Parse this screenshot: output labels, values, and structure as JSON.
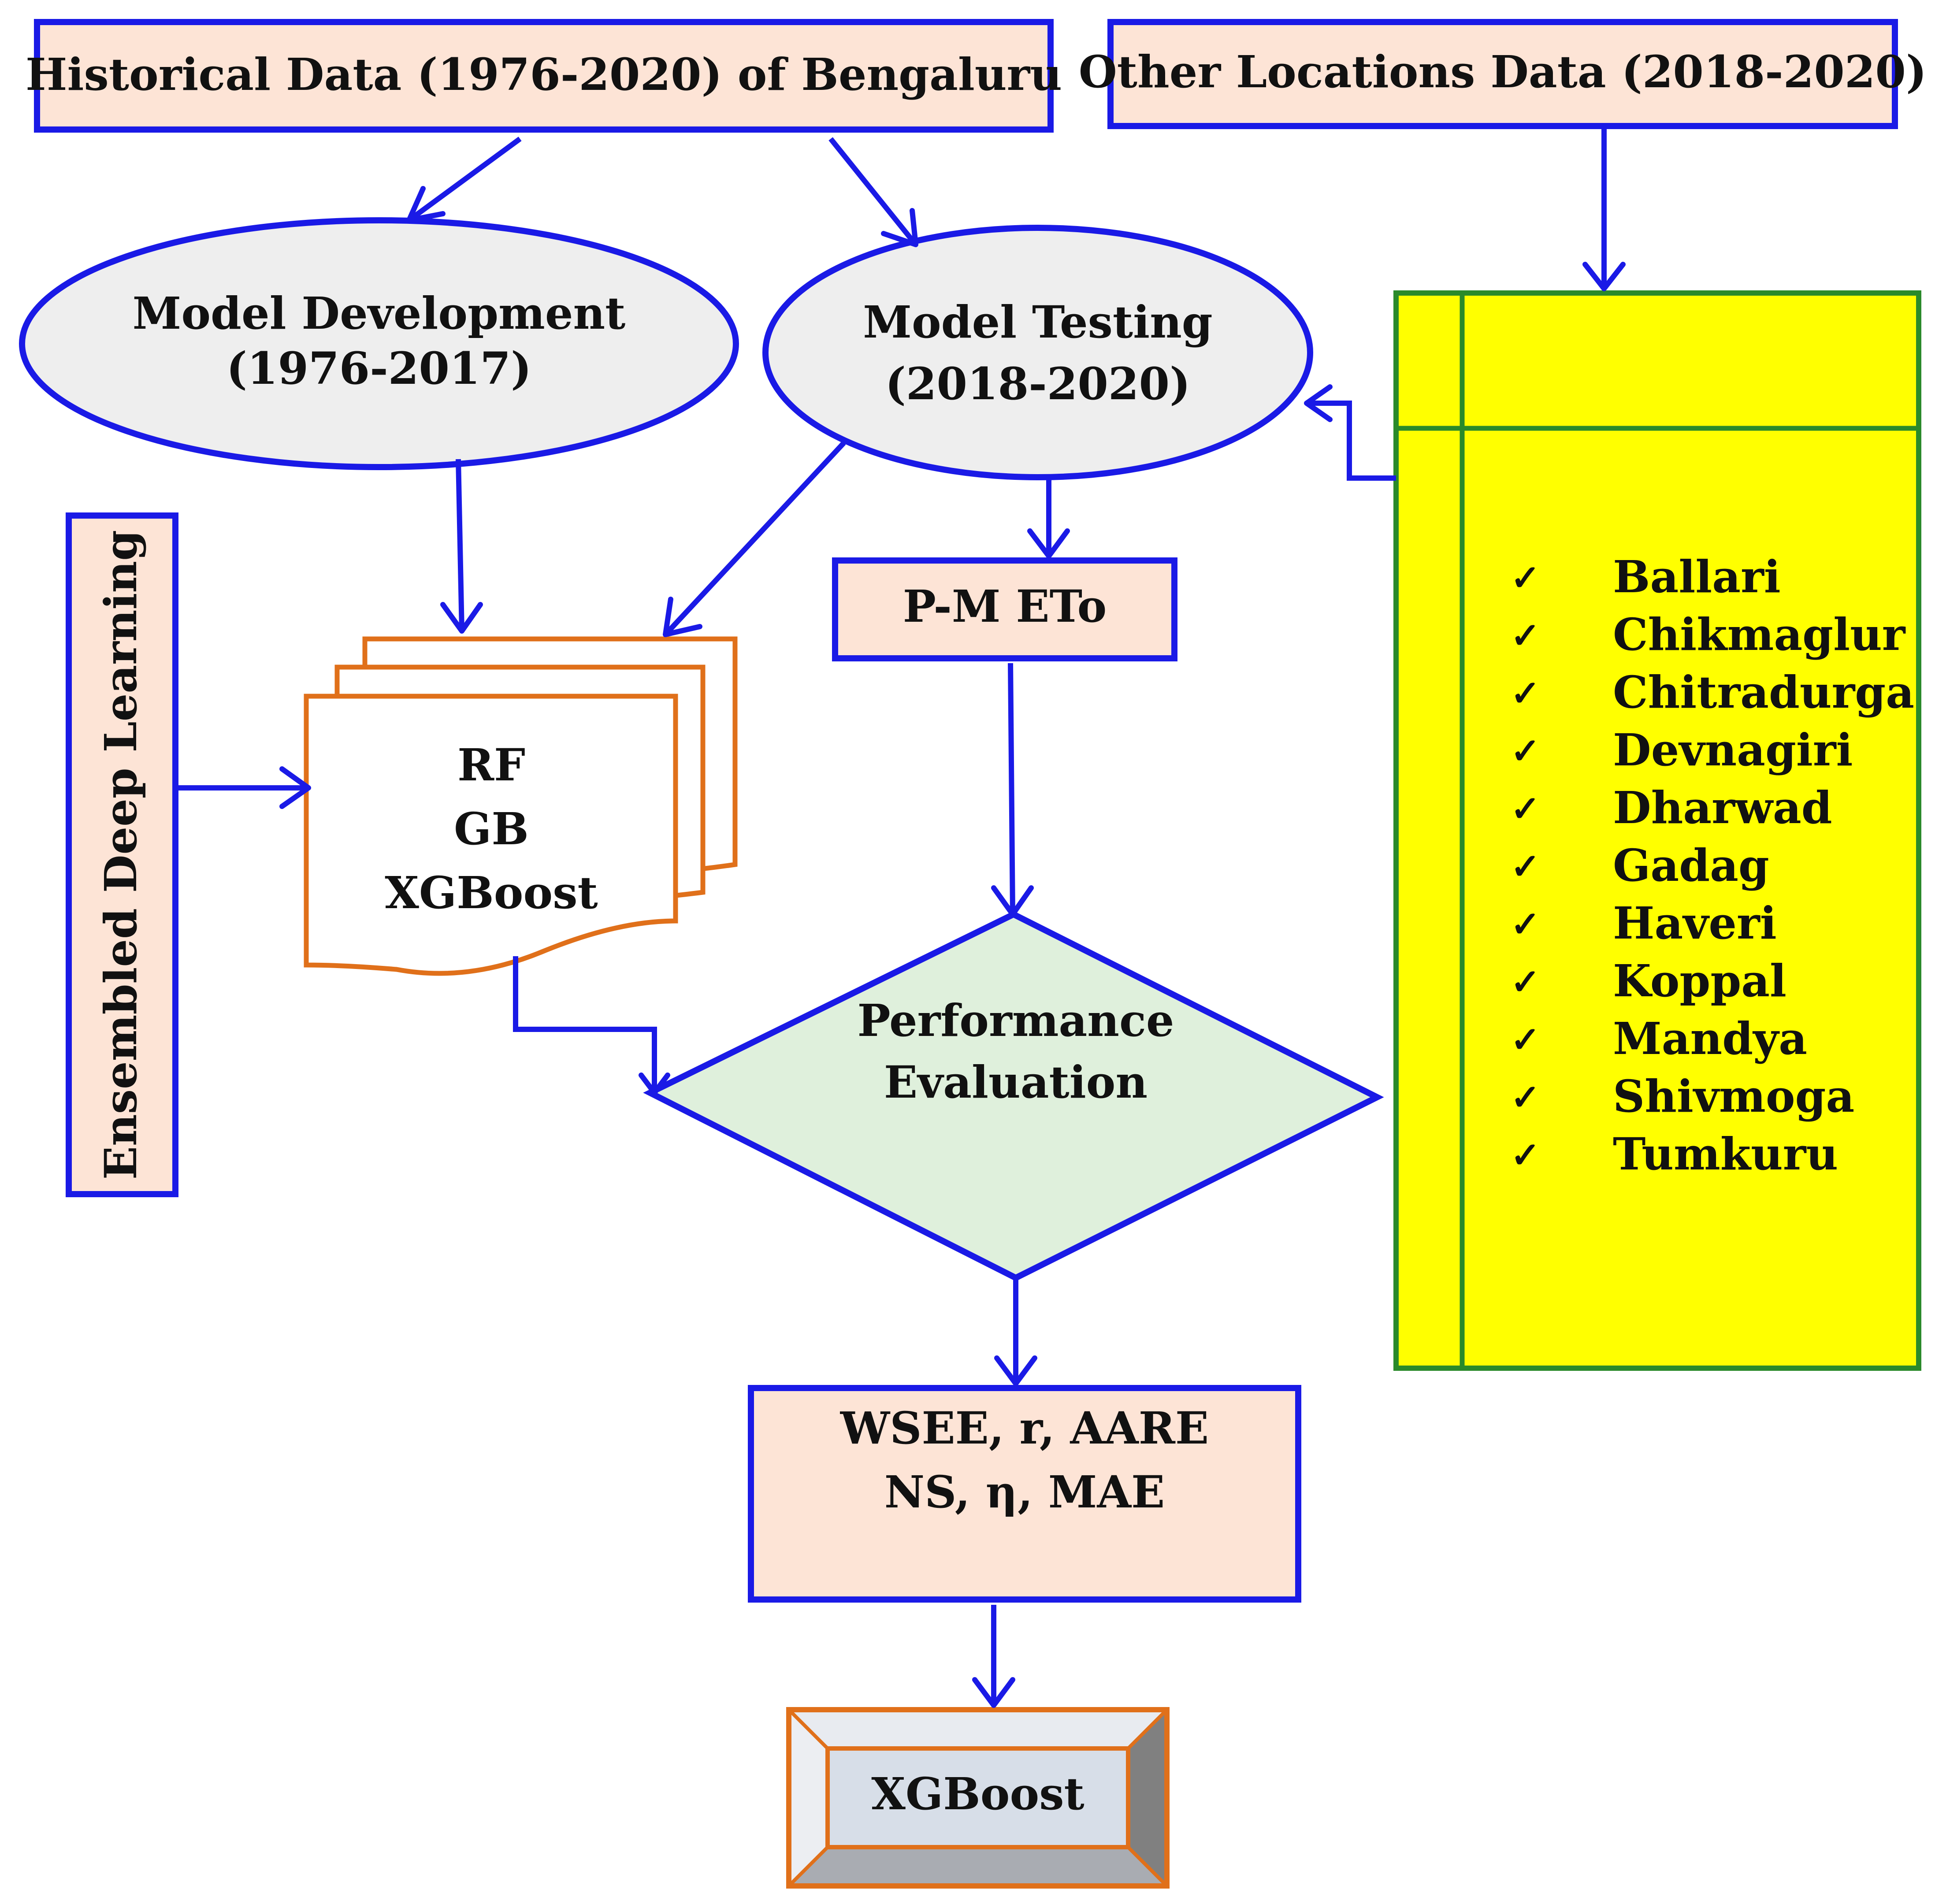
{
  "historical": {
    "label": "Historical Data (1976-2020) of Bengaluru"
  },
  "other_locations": {
    "label": "Other Locations Data (2018-2020)"
  },
  "model_development": {
    "line1": "Model Development",
    "line2": "(1976-2017)"
  },
  "model_testing": {
    "line1": "Model Testing",
    "line2": "(2018-2020)"
  },
  "ensembled": {
    "label": "Ensembled Deep Learning"
  },
  "models": [
    "RF",
    "GB",
    "XGBoost"
  ],
  "pm_eto": {
    "label": "P-M ETo"
  },
  "performance": {
    "line1": "Performance",
    "line2": "Evaluation"
  },
  "metrics": {
    "line1": "WSEE, r, AARE",
    "line2": "NS, η, MAE"
  },
  "best_model": {
    "label": "XGBoost"
  },
  "locations": {
    "check_symbol": "✓",
    "items": [
      "Ballari",
      "Chikmaglur",
      "Chitradurga",
      "Devnagiri",
      "Dharwad",
      "Gadag",
      "Haveri",
      "Koppal",
      "Mandya",
      "Shivmoga",
      "Tumkuru"
    ]
  },
  "colors": {
    "arrow": "#1a1ae6",
    "box_fill": "#fde4d6",
    "oval_fill": "#eeeeee",
    "document_stroke": "#e0701a",
    "diamond_fill": "#dff0dc",
    "table_fill": "#ffff00",
    "table_stroke": "#2a8a2a"
  }
}
